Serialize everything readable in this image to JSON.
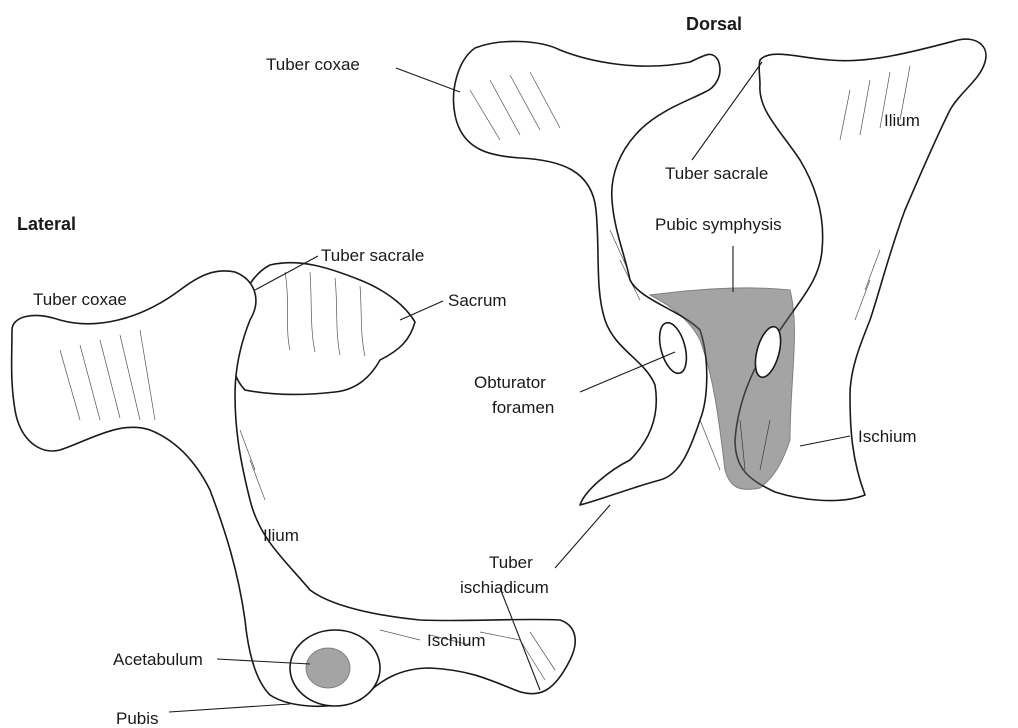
{
  "views": {
    "dorsal": {
      "title": "Dorsal",
      "labels": {
        "tuber_coxae": "Tuber coxae",
        "ilium": "Ilium",
        "tuber_sacrale": "Tuber sacrale",
        "pubic_symphysis": "Pubic symphysis",
        "obturator_foramen_1": "Obturator",
        "obturator_foramen_2": "foramen",
        "ischium": "Ischium",
        "tuber_ischiadicum_1": "Tuber",
        "tuber_ischiadicum_2": "ischiadicum"
      }
    },
    "lateral": {
      "title": "Lateral",
      "labels": {
        "tuber_sacrale": "Tuber sacrale",
        "tuber_coxae": "Tuber coxae",
        "sacrum": "Sacrum",
        "ilium": "Ilium",
        "ischium": "Ischium",
        "acetabulum": "Acetabulum",
        "pubis": "Pubis"
      }
    }
  }
}
